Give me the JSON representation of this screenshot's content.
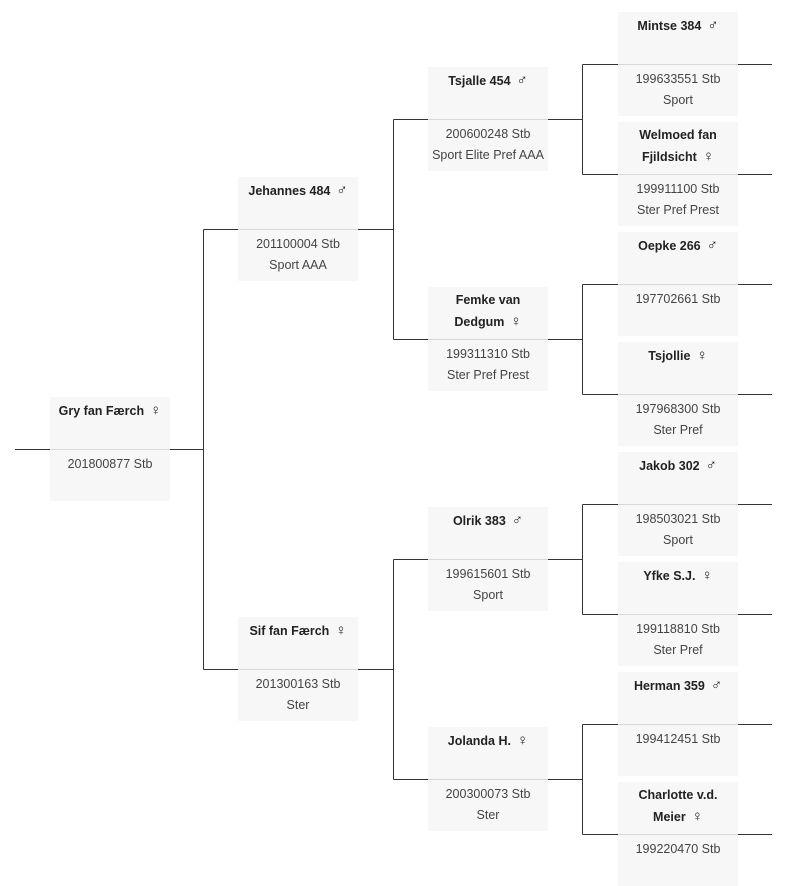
{
  "symbols": {
    "male": "♂",
    "female": "♀"
  },
  "line_color": "#333333",
  "card_background": "#f7f7f7",
  "horses": [
    {
      "id": "gry",
      "name": "Gry fan Færch",
      "sex": "female",
      "reg": "201800877 Stb",
      "pred": ""
    },
    {
      "id": "jehannes",
      "name": "Jehannes 484",
      "sex": "male",
      "reg": "201100004 Stb",
      "pred": "Sport AAA"
    },
    {
      "id": "sif",
      "name": "Sif fan Færch",
      "sex": "female",
      "reg": "201300163 Stb",
      "pred": "Ster"
    },
    {
      "id": "tsjalle",
      "name": "Tsjalle 454",
      "sex": "male",
      "reg": "200600248 Stb",
      "pred": "Sport Elite Pref AAA"
    },
    {
      "id": "femke",
      "name": "Femke van Dedgum",
      "sex": "female",
      "reg": "199311310 Stb",
      "pred": "Ster Pref Prest"
    },
    {
      "id": "olrik",
      "name": "Olrik 383",
      "sex": "male",
      "reg": "199615601 Stb",
      "pred": "Sport"
    },
    {
      "id": "jolanda",
      "name": "Jolanda H.",
      "sex": "female",
      "reg": "200300073 Stb",
      "pred": "Ster"
    },
    {
      "id": "mintse",
      "name": "Mintse 384",
      "sex": "male",
      "reg": "199633551 Stb",
      "pred": "Sport"
    },
    {
      "id": "welmoed",
      "name": "Welmoed fan Fjildsicht",
      "sex": "female",
      "reg": "199911100 Stb",
      "pred": "Ster Pref Prest"
    },
    {
      "id": "oepke",
      "name": "Oepke 266",
      "sex": "male",
      "reg": "197702661 Stb",
      "pred": ""
    },
    {
      "id": "tsjollie",
      "name": "Tsjollie",
      "sex": "female",
      "reg": "197968300 Stb",
      "pred": "Ster Pref"
    },
    {
      "id": "jakob",
      "name": "Jakob 302",
      "sex": "male",
      "reg": "198503021 Stb",
      "pred": "Sport"
    },
    {
      "id": "yfke",
      "name": "Yfke S.J.",
      "sex": "female",
      "reg": "199118810 Stb",
      "pred": "Ster Pref"
    },
    {
      "id": "herman",
      "name": "Herman 359",
      "sex": "male",
      "reg": "199412451 Stb",
      "pred": ""
    },
    {
      "id": "charlotte",
      "name": "Charlotte v.d. Meier",
      "sex": "female",
      "reg": "199220470 Stb",
      "pred": ""
    }
  ]
}
